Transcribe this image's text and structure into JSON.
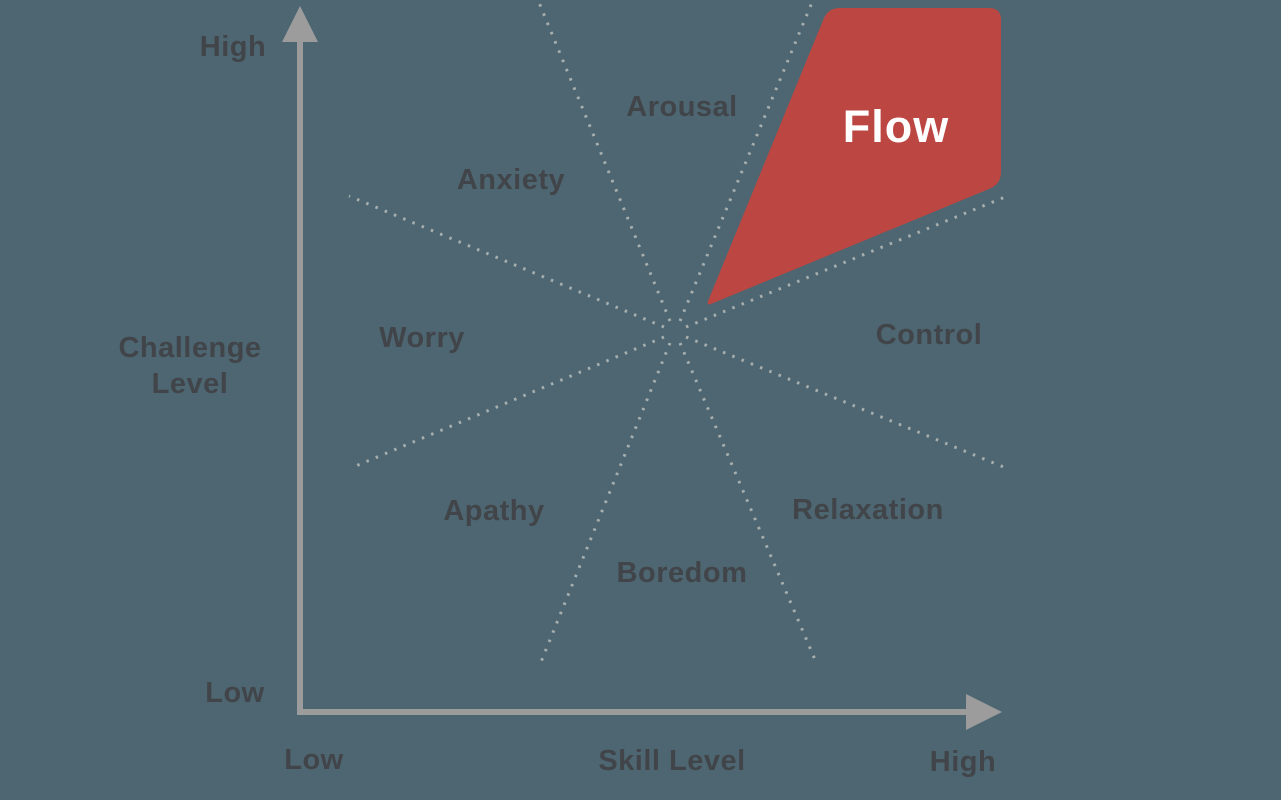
{
  "colors": {
    "background": "#4d6671",
    "flow_region": "#bc4742",
    "label_text": "#414549",
    "flow_text": "#ffffff",
    "axis": "#9c9c9c",
    "dotted_line": "#a7aeae"
  },
  "flow": {
    "label": "Flow"
  },
  "zones": [
    {
      "id": "arousal",
      "label": "Arousal"
    },
    {
      "id": "anxiety",
      "label": "Anxiety"
    },
    {
      "id": "worry",
      "label": "Worry"
    },
    {
      "id": "control",
      "label": "Control"
    },
    {
      "id": "apathy",
      "label": "Apathy"
    },
    {
      "id": "relaxation",
      "label": "Relaxation"
    },
    {
      "id": "boredom",
      "label": "Boredom"
    }
  ],
  "axes": {
    "y_title": "Challenge\nLevel",
    "y_high": "High",
    "y_low": "Low",
    "x_title": "Skill Level",
    "x_low": "Low",
    "x_high": "High"
  }
}
